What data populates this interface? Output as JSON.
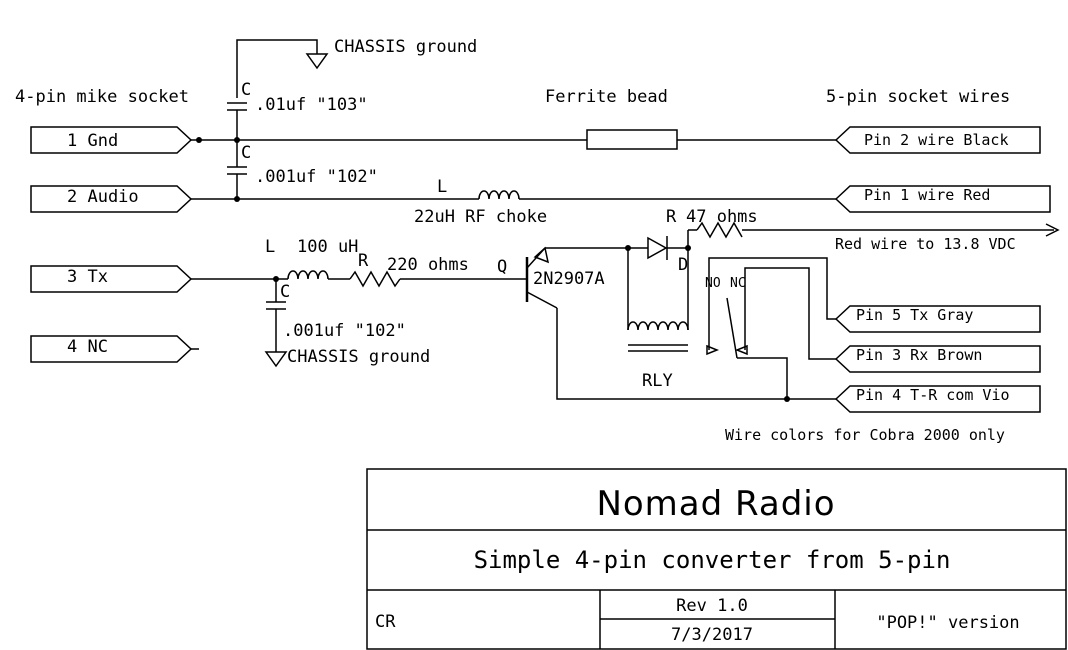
{
  "labels": {
    "chassis_ground_top": "CHASSIS ground",
    "chassis_ground_bottom": "CHASSIS ground",
    "mike_socket": "4-pin mike socket",
    "ferrite_bead": "Ferrite bead",
    "socket_wires": "5-pin socket wires",
    "c1_letter": "C",
    "c1_value": ".01uf \"103\"",
    "c2_letter": "C",
    "c2_value": ".001uf \"102\"",
    "c3_letter": "C",
    "c3_value": ".001uf \"102\"",
    "l1_letter": "L",
    "l1_value": "22uH RF choke",
    "l2_letter": "L",
    "l2_value": "100 uH",
    "r1_letter": "R",
    "r1_value": "220 ohms",
    "q_letter": "Q",
    "q_part": "2N2907A",
    "r2_letter": "R",
    "r2_value": "47 ohms",
    "d_letter": "D",
    "no_label": "NO",
    "nc_label": "NC",
    "rly_label": "RLY",
    "red_wire": "Red wire to 13.8 VDC",
    "wire_note": "Wire colors for Cobra 2000 only"
  },
  "left_pins": [
    "1 Gnd",
    "2 Audio",
    "3 Tx",
    "4 NC"
  ],
  "right_pins": [
    "Pin 2 wire Black",
    "Pin 1 wire Red",
    "Pin 5 Tx Gray",
    "Pin 3 Rx Brown",
    "Pin 4 T-R com Vio"
  ],
  "title_block": {
    "company": "Nomad Radio",
    "description": "Simple 4-pin converter from 5-pin",
    "author": "CR",
    "revision": "Rev 1.0",
    "date": "7/3/2017",
    "version": "\"POP!\" version"
  }
}
